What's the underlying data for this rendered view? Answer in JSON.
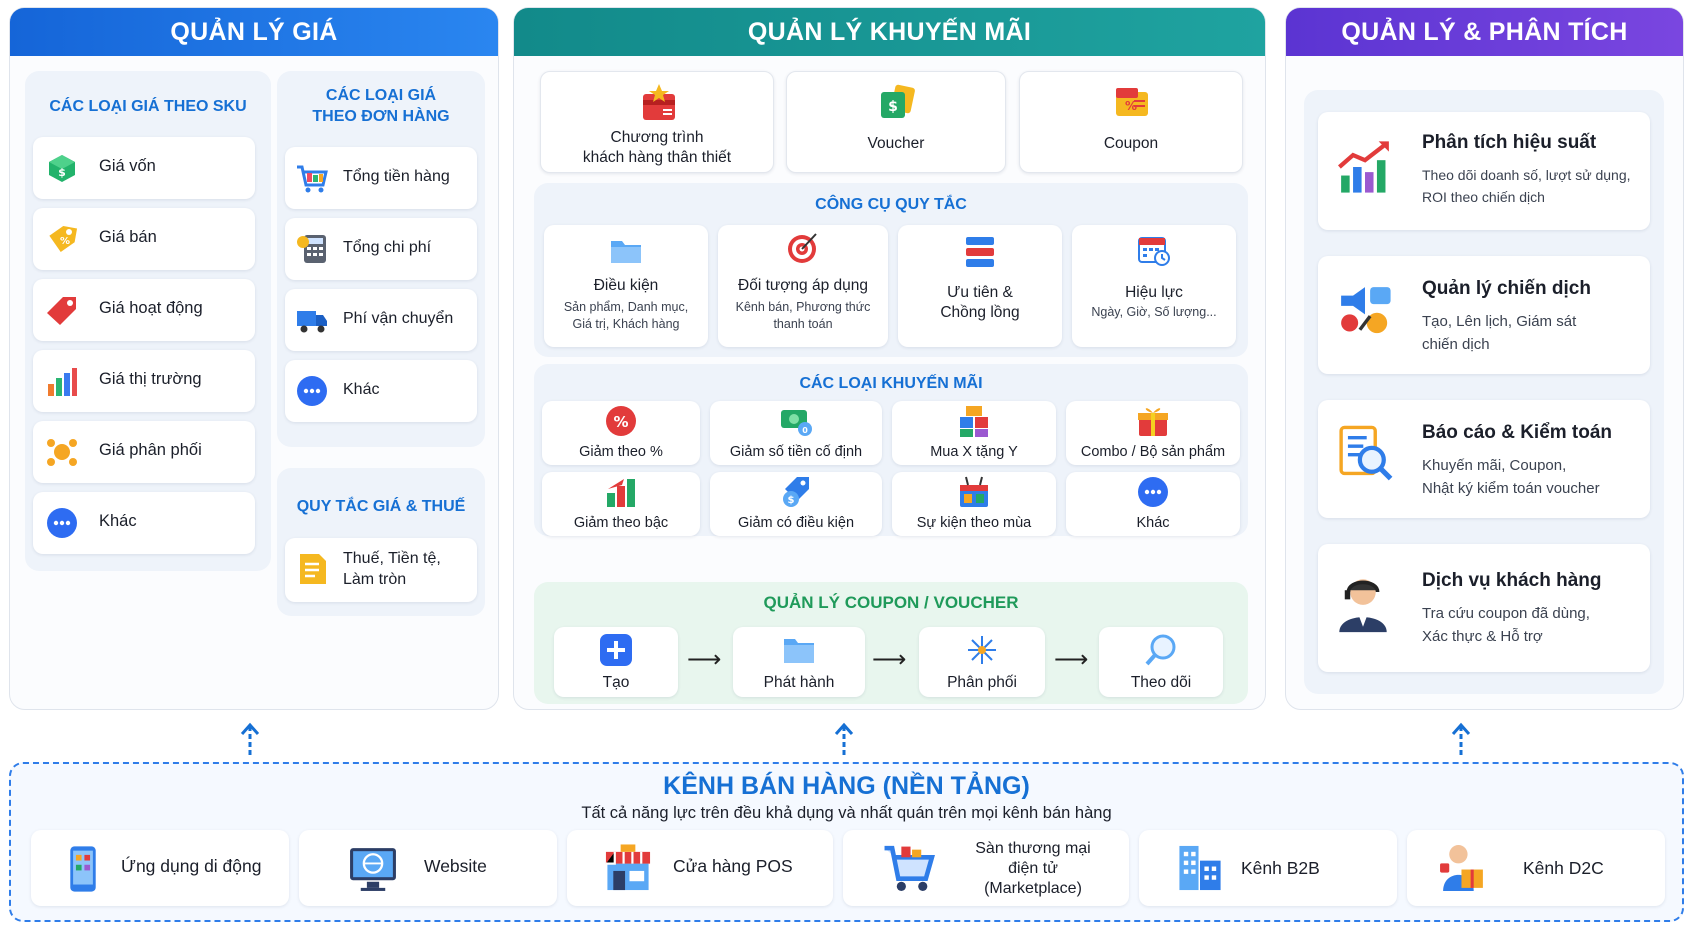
{
  "colors": {
    "blue": "#1a6fe0",
    "teal": "#17908f",
    "purple": "#6a3ad6",
    "accent": "#1670d4",
    "green": "#1f9a5a"
  },
  "price": {
    "title": "QUẢN LÝ GIÁ",
    "sku_title": "CÁC LOẠI GIÁ THEO SKU",
    "sku_items": [
      "Giá vốn",
      "Giá bán",
      "Giá hoạt động",
      "Giá thị trường",
      "Giá phân phối",
      "Khác"
    ],
    "order_title_1": "CÁC LOẠI GIÁ",
    "order_title_2": "THEO ĐƠN HÀNG",
    "order_items": [
      "Tổng tiền hàng",
      "Tổng chi phí",
      "Phí vận chuyển",
      "Khác"
    ],
    "tax_title": "QUY TẮC GIÁ & THUẾ",
    "tax_item_1": "Thuế, Tiền tệ,",
    "tax_item_2": "Làm tròn"
  },
  "promo": {
    "title": "QUẢN LÝ KHUYẾN MÃI",
    "top": [
      {
        "l1": "Chương trình",
        "l2": "khách hàng thân thiết"
      },
      {
        "l1": "Voucher",
        "l2": ""
      },
      {
        "l1": "Coupon",
        "l2": ""
      }
    ],
    "rules_title": "CÔNG CỤ QUY TẮC",
    "rules": [
      {
        "title": "Điều kiện",
        "d1": "Sản phẩm, Danh mục,",
        "d2": "Giá trị, Khách hàng"
      },
      {
        "title": "Đối tượng áp dụng",
        "d1": "Kênh bán, Phương thức",
        "d2": "thanh toán"
      },
      {
        "title": "Ưu tiên &",
        "d1": "Chồng lồng",
        "d2": ""
      },
      {
        "title": "Hiệu lực",
        "d1": "Ngày, Giờ, Số lượng...",
        "d2": ""
      }
    ],
    "types_title": "CÁC LOẠI KHUYẾN MÃI",
    "types": [
      "Giảm theo %",
      "Giảm số tiền cố định",
      "Mua X tặng Y",
      "Combo / Bộ sản phẩm",
      "Giảm theo bậc",
      "Giảm có điều kiện",
      "Sự kiện theo mùa",
      "Khác"
    ],
    "coupon_title": "QUẢN LÝ COUPON / VOUCHER",
    "flow": [
      "Tạo",
      "Phát hành",
      "Phân phối",
      "Theo dõi"
    ],
    "arrow": "⟶"
  },
  "analysis": {
    "title": "QUẢN LÝ & PHÂN TÍCH",
    "items": [
      {
        "title": "Phân tích hiệu suất",
        "d1": "Theo dõi doanh số, lượt sử dụng,",
        "d2": "ROI theo chiến dịch"
      },
      {
        "title": "Quản lý chiến dịch",
        "d1": "Tạo, Lên lịch, Giám sát",
        "d2": "chiến dịch"
      },
      {
        "title": "Báo cáo & Kiểm toán",
        "d1": "Khuyến mãi, Coupon,",
        "d2": "Nhật ký kiểm toán voucher"
      },
      {
        "title": "Dịch vụ khách hàng",
        "d1": "Tra cứu coupon đã dùng,",
        "d2": "Xác thực & Hỗ trợ"
      }
    ]
  },
  "channels": {
    "title": "KÊNH BÁN HÀNG (NỀN TẢNG)",
    "subtitle": "Tất cả năng lực trên đều khả dụng và nhất quán trên mọi kênh bán hàng",
    "items": [
      {
        "l1": "Ứng dụng di động",
        "l2": "",
        "l3": ""
      },
      {
        "l1": "Website",
        "l2": "",
        "l3": ""
      },
      {
        "l1": "Cửa hàng POS",
        "l2": "",
        "l3": ""
      },
      {
        "l1": "Sàn thương mại",
        "l2": "điện tử",
        "l3": "(Marketplace)"
      },
      {
        "l1": "Kênh B2B",
        "l2": "",
        "l3": ""
      },
      {
        "l1": "Kênh D2C",
        "l2": "",
        "l3": ""
      }
    ]
  }
}
